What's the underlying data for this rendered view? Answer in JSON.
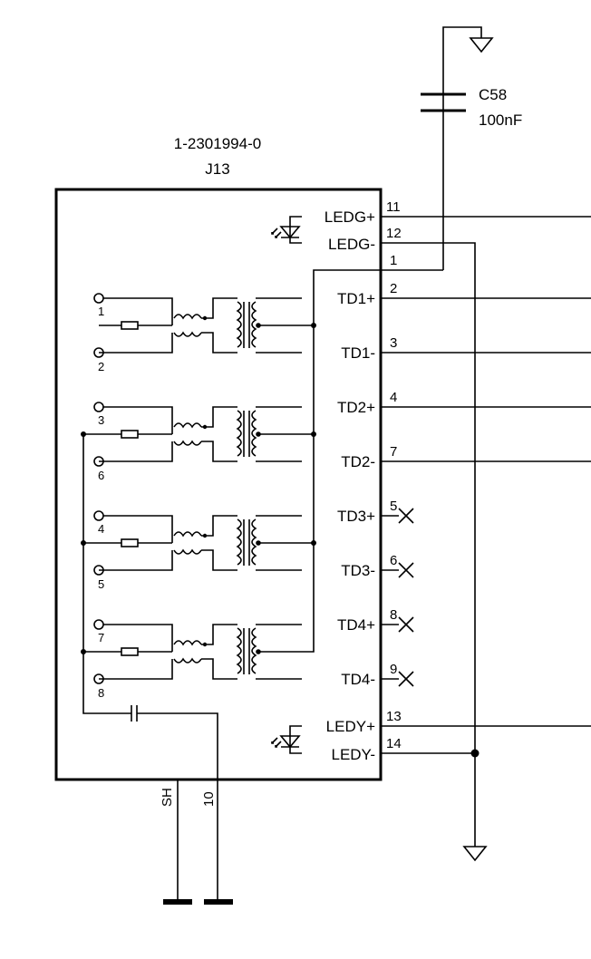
{
  "component": {
    "part_number": "1-2301994-0",
    "reference": "J13"
  },
  "capacitor": {
    "reference": "C58",
    "value": "100nF"
  },
  "pins_right": [
    {
      "label": "LEDG+",
      "number": "11"
    },
    {
      "label": "LEDG-",
      "number": "12"
    },
    {
      "label": "",
      "number": "1"
    },
    {
      "label": "TD1+",
      "number": "2"
    },
    {
      "label": "TD1-",
      "number": "3"
    },
    {
      "label": "TD2+",
      "number": "4"
    },
    {
      "label": "TD2-",
      "number": "7"
    },
    {
      "label": "TD3+",
      "number": "5"
    },
    {
      "label": "TD3-",
      "number": "6"
    },
    {
      "label": "TD4+",
      "number": "8"
    },
    {
      "label": "TD4-",
      "number": "9"
    },
    {
      "label": "LEDY+",
      "number": "13"
    },
    {
      "label": "LEDY-",
      "number": "14"
    }
  ],
  "pins_bottom": [
    {
      "label": "SH"
    },
    {
      "label": "10"
    }
  ],
  "internal_terminals": [
    "1",
    "2",
    "3",
    "6",
    "4",
    "5",
    "7",
    "8"
  ]
}
